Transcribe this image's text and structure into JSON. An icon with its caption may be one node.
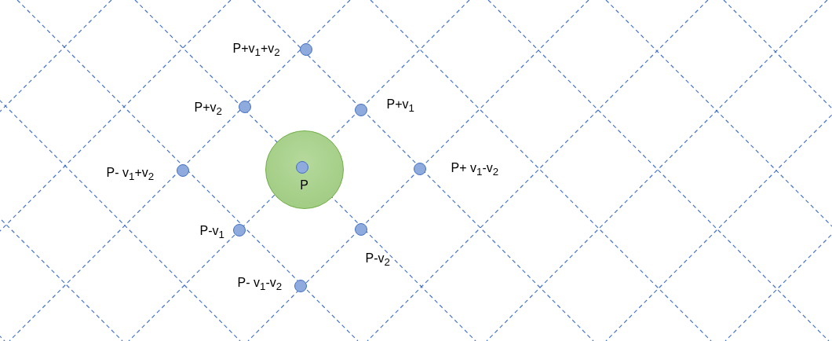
{
  "diagram": {
    "nodes": [
      {
        "text": [],
        "shape": "circle",
        "beside": [
          "P+v$_{1}$+v$_{2}$"
        ]
      },
      {
        "text": [],
        "shape": "circle",
        "beside": [
          "P+v$_{2}$"
        ]
      },
      {
        "text": [],
        "shape": "circle",
        "beside": [
          "P+v$_{1}$"
        ]
      },
      {
        "text": [],
        "shape": "circle",
        "beside": [
          "P- v$_{1}$+v$_{2}$"
        ]
      },
      {
        "text": [
          "P"
        ]
      },
      {
        "text": [],
        "shape": "circle",
        "in": 4
      },
      {
        "text": [],
        "shape": "circle",
        "beside": [
          "P+ v$_{1}$-v$_{2}$"
        ]
      },
      {
        "text": [],
        "shape": "circle",
        "beside": [
          "P-v$_{1}$"
        ]
      },
      {
        "text": [],
        "shape": "circle",
        "beside": [
          "P-v$_{2}$"
        ]
      },
      {
        "text": [],
        "shape": "circle",
        "beside": [
          "P- v$_{1}$-v$_{2}$"
        ]
      }
    ]
  }
}
